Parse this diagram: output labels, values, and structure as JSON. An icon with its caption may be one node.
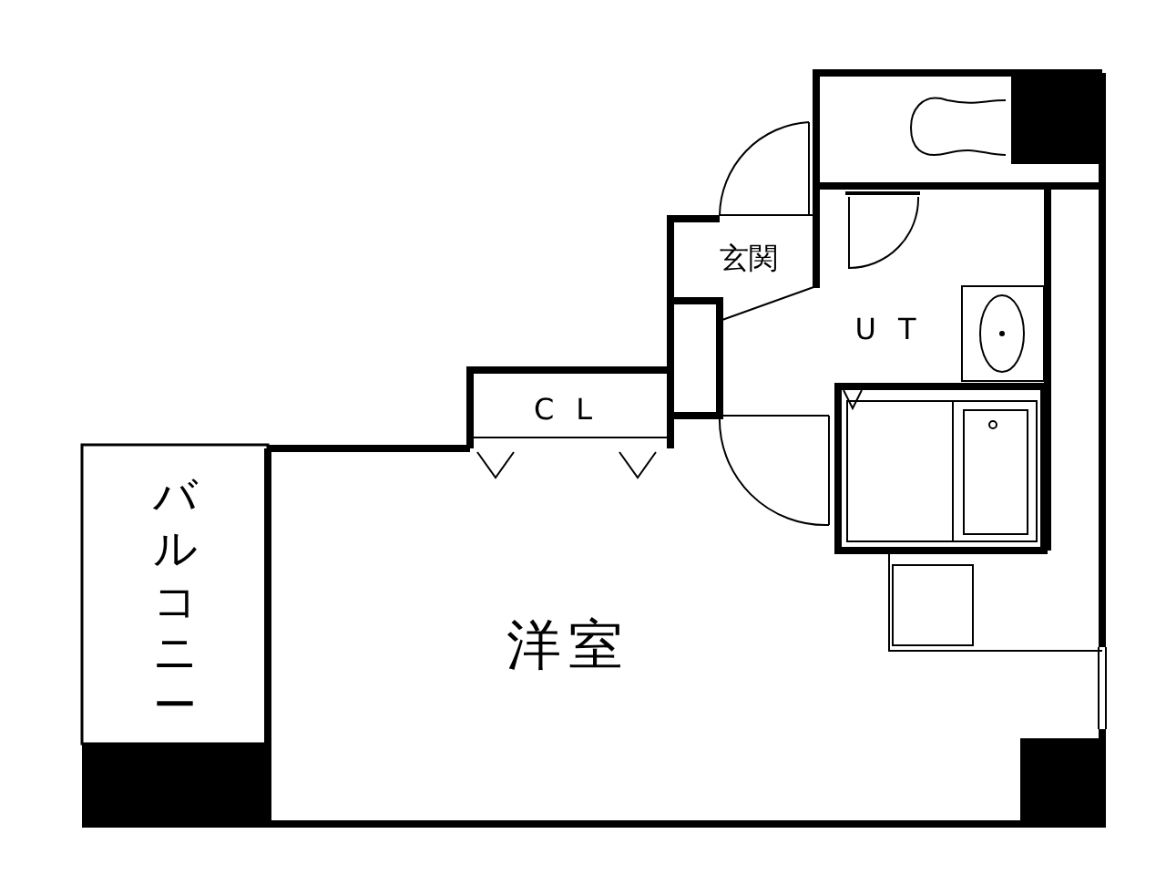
{
  "diagram": {
    "nodes": [
      {
        "text": [
          "玄関"
        ]
      },
      {
        "text": [
          "UT"
        ]
      },
      {
        "text": [
          "CL"
        ]
      },
      {
        "text": [
          "バルコニー"
        ]
      },
      {
        "text": [
          "洋室"
        ]
      }
    ]
  }
}
